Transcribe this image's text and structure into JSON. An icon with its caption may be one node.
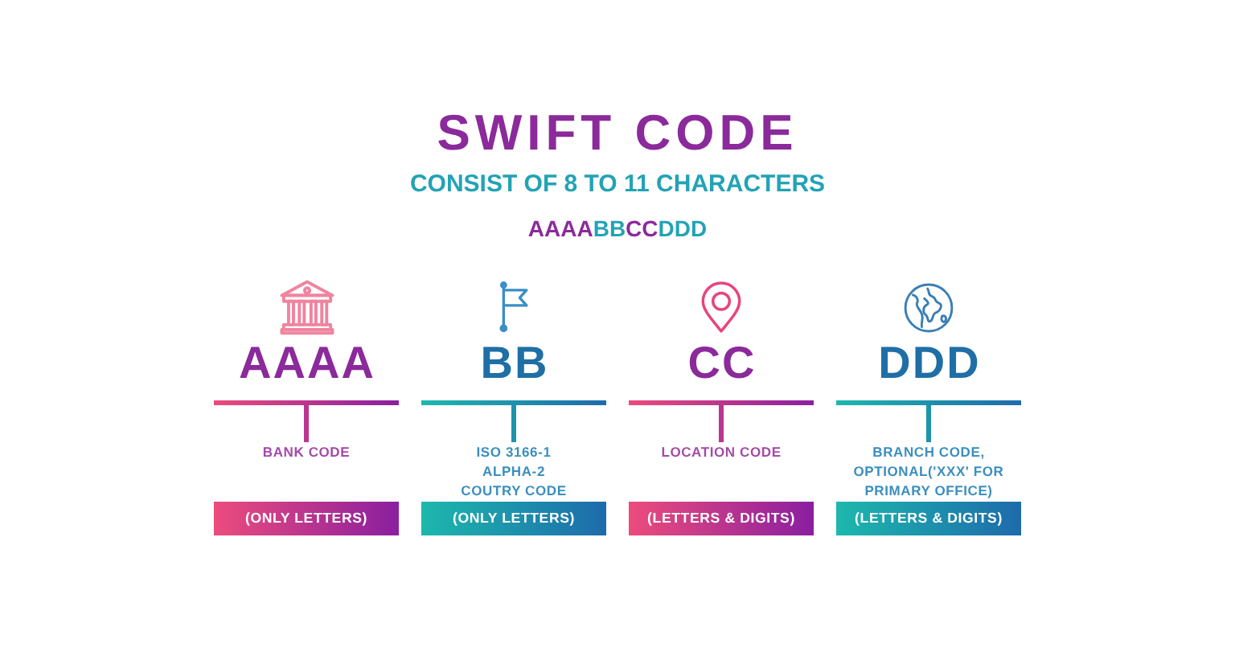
{
  "diagram": {
    "title": "SWIFT CODE",
    "nodes": [
      {
        "text": [
          "AAAA"
        ]
      },
      {
        "text": [
          "BB"
        ]
      },
      {
        "text": [
          "CC"
        ]
      },
      {
        "text": [
          "DDD"
        ]
      },
      {
        "text": [
          "BANK CODE"
        ]
      },
      {
        "text": [
          "ISO 3166-1 ALPHA-2 COUTRY CODE"
        ]
      },
      {
        "text": [
          "LOCATION CODE"
        ]
      },
      {
        "text": [
          "BRANCH CODE, OPTIONAL('XXX' FOR PRIMARY OFFICE)"
        ]
      },
      {
        "text": [
          "(ONLY LETTERS)"
        ]
      },
      {
        "text": [
          "(ONLY LETTERS)"
        ]
      },
      {
        "text": [
          "(LETTERS & DIGITS)"
        ]
      },
      {
        "text": [
          "(LETTERS & DIGITS)"
        ]
      }
    ],
    "edges": [
      {
        "from": 0,
        "to": 4,
        "arrow": "none",
        "color": "#bb3590"
      },
      {
        "from": 1,
        "to": 5,
        "arrow": "none",
        "color": "#1e94ac"
      },
      {
        "from": 2,
        "to": 6,
        "arrow": "none",
        "color": "#bb3590"
      },
      {
        "from": 3,
        "to": 7,
        "arrow": "none",
        "color": "#1e94ac"
      }
    ],
    "labels": [
      "CONSIST OF 8 TO 11 CHARACTERS",
      "AAAABBCCDDD"
    ]
  }
}
